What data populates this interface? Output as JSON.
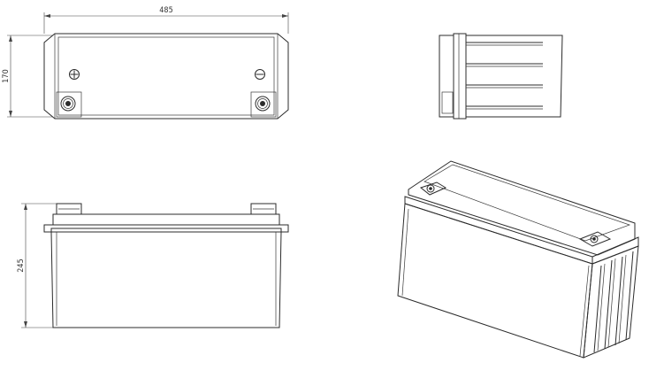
{
  "dimensions": {
    "length": "485",
    "width": "170",
    "height": "245"
  },
  "terminals": {
    "positive_symbol": "⊕",
    "negative_symbol": "⊖"
  }
}
